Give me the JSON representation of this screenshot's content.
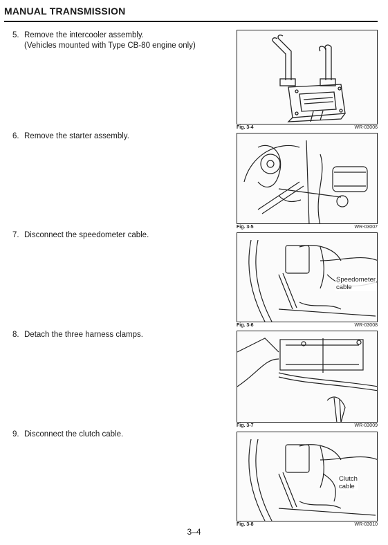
{
  "header": {
    "title": "MANUAL TRANSMISSION"
  },
  "steps": [
    {
      "num": "5.",
      "text": "Remove the intercooler assembly.",
      "sub": "(Vehicles mounted with Type CB-80 engine only)"
    },
    {
      "num": "6.",
      "text": "Remove the starter assembly."
    },
    {
      "num": "7.",
      "text": "Disconnect the speedometer cable."
    },
    {
      "num": "8.",
      "text": "Detach the three harness clamps."
    },
    {
      "num": "9.",
      "text": "Disconnect the clutch cable."
    }
  ],
  "figures": [
    {
      "label": "Fig. 3-4",
      "code": "WR-03006"
    },
    {
      "label": "Fig. 3-5",
      "code": "WR-03007"
    },
    {
      "label": "Fig. 3-6",
      "code": "WR-03008",
      "callout": [
        "Speedometer",
        "cable"
      ]
    },
    {
      "label": "Fig. 3-7",
      "code": "WR-03009"
    },
    {
      "label": "Fig. 3-8",
      "code": "WR-03010",
      "callout": [
        "Clutch",
        "cable"
      ]
    }
  ],
  "page_number": "3–4"
}
